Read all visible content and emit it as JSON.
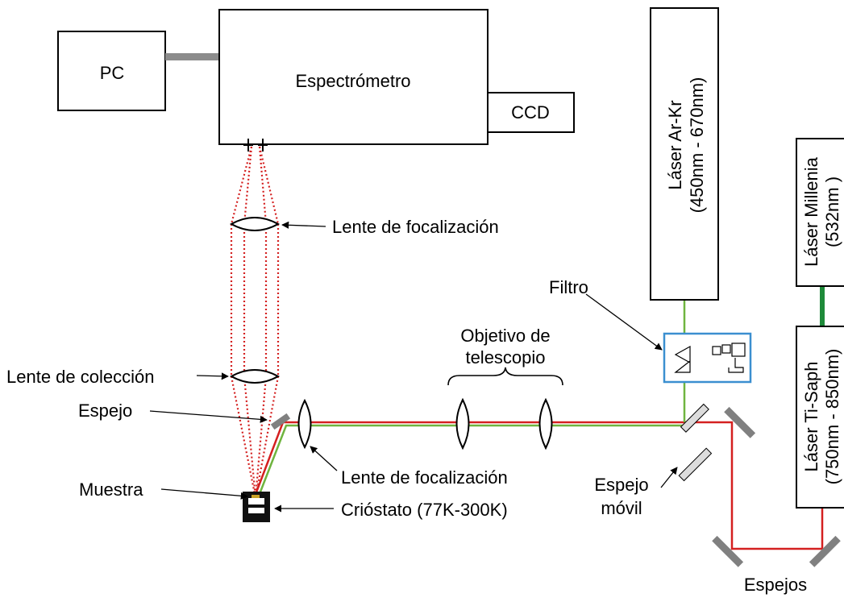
{
  "colors": {
    "beam_red": "#d42020",
    "beam_green": "#6fb43f",
    "dark_green": "#1e8a3a",
    "filter_blue": "#3b8fd0",
    "connector_gray": "#8c8c8c",
    "mirror_gray": "#808080",
    "movable_mirror_fill": "#dcdcdc"
  },
  "boxes": {
    "pc": "PC",
    "spectrometer": "Espectrómetro",
    "ccd": "CCD",
    "laser_arkr": {
      "line1": "Láser Ar-Kr",
      "line2": "(450nm - 670nm)"
    },
    "laser_millenia": {
      "line1": "Láser Millenia",
      "line2": "(532nm )"
    },
    "laser_tisaph": {
      "line1": "Láser Ti-Saph",
      "line2": "(750nm - 850nm)"
    }
  },
  "labels": {
    "focus_lens_top": "Lente de focalización",
    "collection_lens": "Lente de colección",
    "mirror": "Espejo",
    "sample": "Muestra",
    "focus_lens_bottom": "Lente de focalización",
    "cryostat": "Crióstato (77K-300K)",
    "telescope_line1": "Objetivo de",
    "telescope_line2": "telescopio",
    "filter": "Filtro",
    "movable_mirror_line1": "Espejo",
    "movable_mirror_line2": "móvil",
    "mirrors": "Espejos"
  },
  "icons": {
    "lens": "biconvex-lens-icon",
    "mirror": "mirror-icon",
    "cryostat": "cryostat-icon",
    "filter": "filter-icon",
    "slit": "slit-icon"
  }
}
